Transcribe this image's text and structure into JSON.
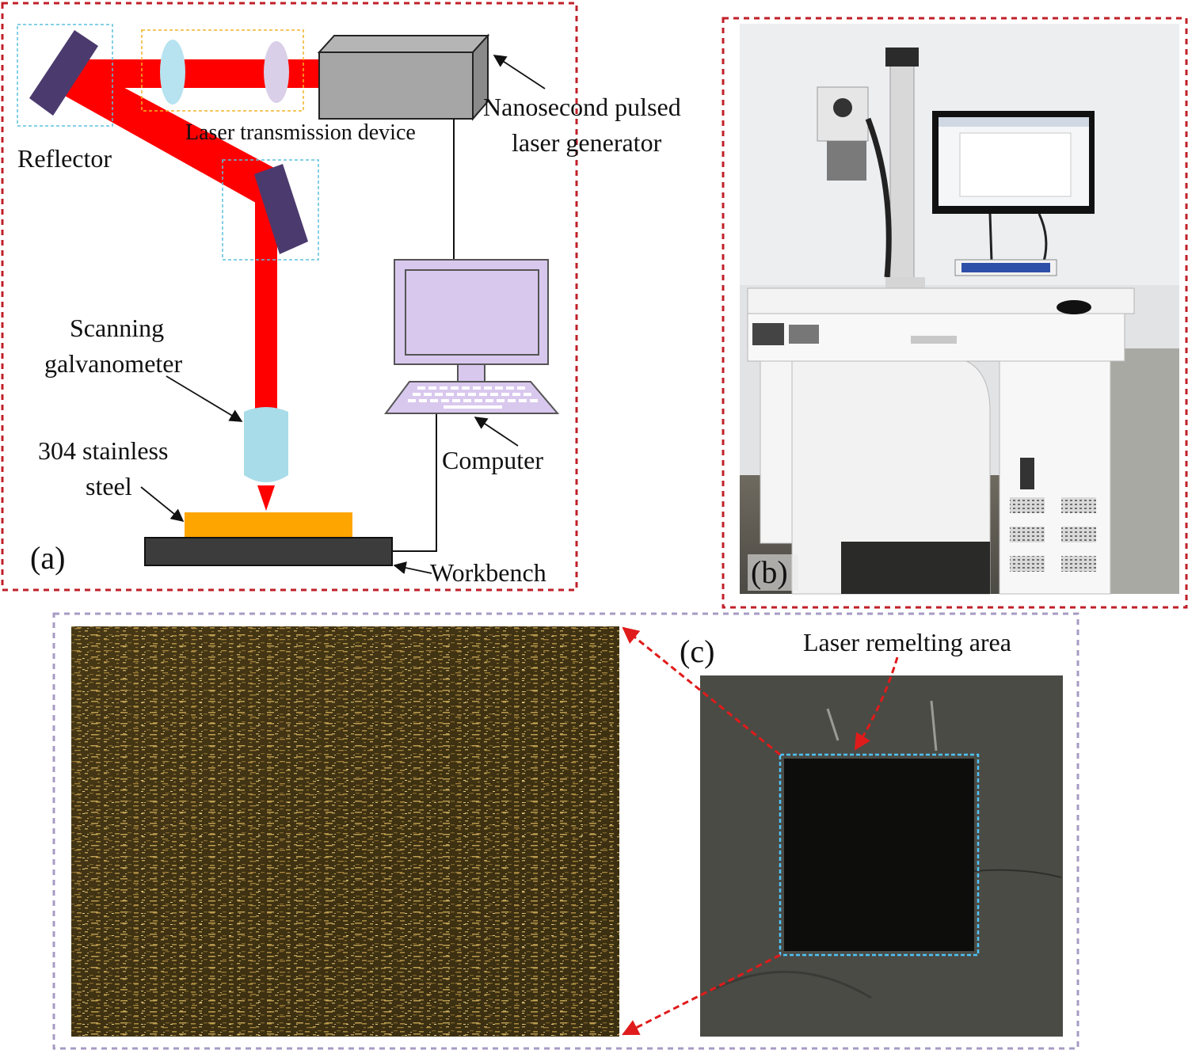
{
  "panel_a": {
    "letter": "(a)",
    "labels": {
      "reflector": "Reflector",
      "transmission": "Laser transmission device",
      "laser_line1": "Nanosecond pulsed",
      "laser_line2": "laser generator",
      "galvo_line1": "Scanning",
      "galvo_line2": "galvanometer",
      "steel_line1": "304 stainless",
      "steel_line2": "steel",
      "computer": "Computer",
      "workbench": "Workbench"
    }
  },
  "panel_b": {
    "letter": "(b)"
  },
  "panel_c": {
    "letter": "(c)",
    "remelting_label": "Laser remelting area"
  },
  "colors": {
    "beam": "#ff0000",
    "mirror": "#4b3a6e",
    "lens_blue": "#b7e3f0",
    "lens_purple": "#d9cfe8",
    "generator": "#a6a6a6",
    "computer": "#d9c8ee",
    "galvo": "#a8dce8",
    "steel": "#ffa500",
    "workbench": "#3c3c3c",
    "frame_red": "#c0202a",
    "frame_purple": "#a79bc4",
    "box_cyan": "#4fc3f7",
    "box_orange": "#f0b429"
  },
  "icons": [
    "mirror-icon",
    "lens-icon",
    "laser-generator-icon",
    "computer-icon",
    "galvanometer-icon"
  ]
}
